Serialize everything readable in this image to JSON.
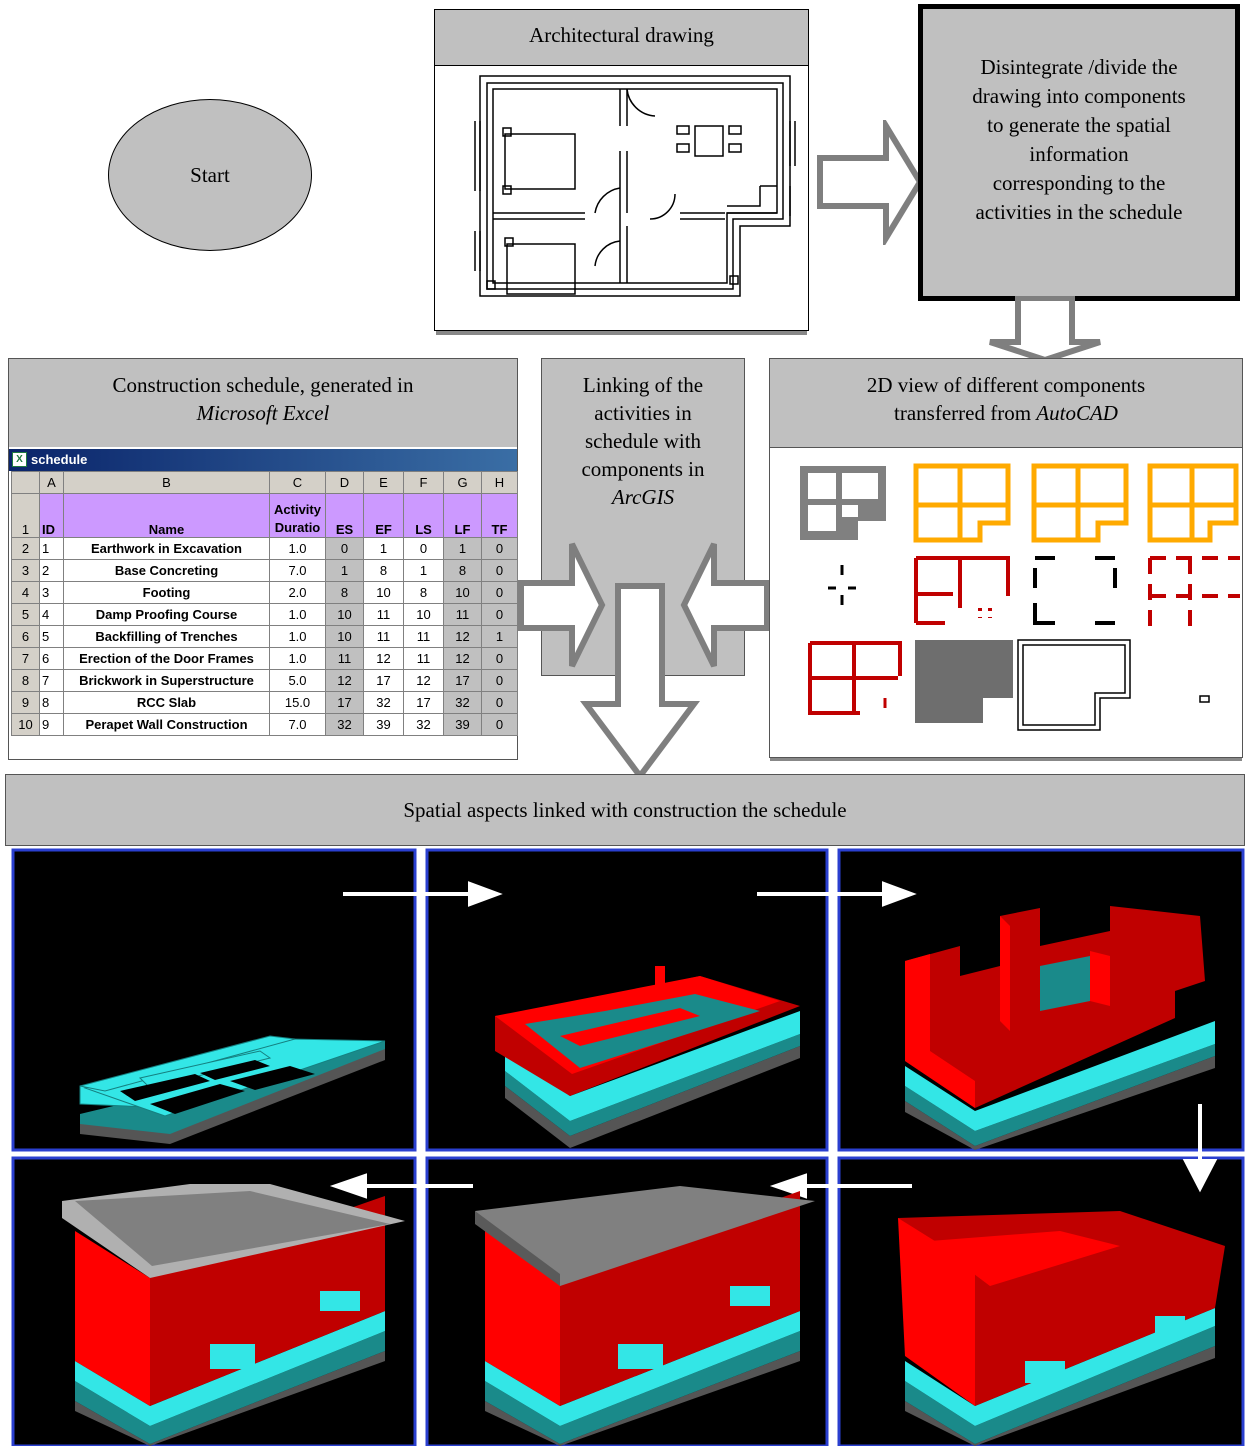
{
  "start": {
    "label": "Start"
  },
  "arch": {
    "title": "Architectural drawing"
  },
  "disintegrate": {
    "lines": [
      "Disintegrate /divide the",
      "drawing into components",
      "to generate the spatial",
      "information",
      "corresponding to the",
      "activities in the schedule"
    ]
  },
  "schedule_panel": {
    "line1": "Construction schedule, generated in",
    "line2": "Microsoft Excel"
  },
  "excel": {
    "window_title": "schedule",
    "col_letters": [
      "A",
      "B",
      "C",
      "D",
      "E",
      "F",
      "G",
      "H"
    ],
    "headers": [
      "ID",
      "Name",
      "Activity Duratio",
      "ES",
      "EF",
      "LS",
      "LF",
      "TF"
    ],
    "header_c_line1": "Activity",
    "header_c_line2": "Duratio",
    "rows": [
      {
        "row": "2",
        "id": "1",
        "name": "Earthwork in Excavation",
        "dur": "1.0",
        "es": "0",
        "ef": "1",
        "ls": "0",
        "lf": "1",
        "tf": "0"
      },
      {
        "row": "3",
        "id": "2",
        "name": "Base Concreting",
        "dur": "7.0",
        "es": "1",
        "ef": "8",
        "ls": "1",
        "lf": "8",
        "tf": "0"
      },
      {
        "row": "4",
        "id": "3",
        "name": "Footing",
        "dur": "2.0",
        "es": "8",
        "ef": "10",
        "ls": "8",
        "lf": "10",
        "tf": "0"
      },
      {
        "row": "5",
        "id": "4",
        "name": "Damp Proofing Course",
        "dur": "1.0",
        "es": "10",
        "ef": "11",
        "ls": "10",
        "lf": "11",
        "tf": "0"
      },
      {
        "row": "6",
        "id": "5",
        "name": "Backfilling  of Trenches",
        "dur": "1.0",
        "es": "10",
        "ef": "11",
        "ls": "11",
        "lf": "12",
        "tf": "1"
      },
      {
        "row": "7",
        "id": "6",
        "name": "Erection of the Door Frames",
        "dur": "1.0",
        "es": "11",
        "ef": "12",
        "ls": "11",
        "lf": "12",
        "tf": "0"
      },
      {
        "row": "8",
        "id": "7",
        "name": "Brickwork in Superstructure",
        "dur": "5.0",
        "es": "12",
        "ef": "17",
        "ls": "12",
        "lf": "17",
        "tf": "0"
      },
      {
        "row": "9",
        "id": "8",
        "name": "RCC Slab",
        "dur": "15.0",
        "es": "17",
        "ef": "32",
        "ls": "17",
        "lf": "32",
        "tf": "0"
      },
      {
        "row": "10",
        "id": "9",
        "name": "Perapet Wall Construction",
        "dur": "7.0",
        "es": "32",
        "ef": "39",
        "ls": "32",
        "lf": "39",
        "tf": "0"
      }
    ]
  },
  "linking": {
    "lines": [
      "Linking of the",
      "activities in",
      "schedule with",
      "components in"
    ],
    "last": "ArcGIS"
  },
  "view2d": {
    "line1": "2D view of different components",
    "line2_plain": "transferred from ",
    "line2_italic": "AutoCAD"
  },
  "spatial": {
    "title": "Spatial aspects linked with construction the schedule"
  },
  "colors": {
    "panel_gray": "#c0c0c0",
    "orange": "#ffaa00",
    "red": "#d40000",
    "cyan": "#33e6e6",
    "dark_cyan": "#1a8a8a",
    "slab_gray": "#808080",
    "frame_blue": "#2a3fcf"
  }
}
